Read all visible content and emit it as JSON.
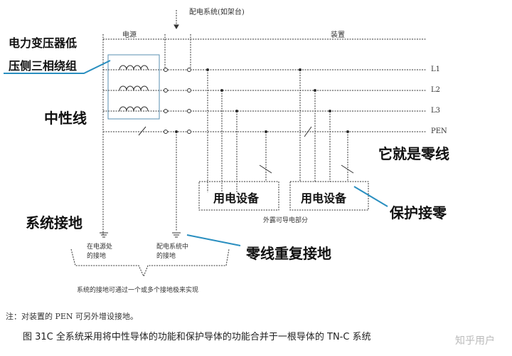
{
  "diagram": {
    "top_labels": {
      "source": "电源",
      "installation": "装置",
      "distribution_system": "配电系统(如架台)"
    },
    "conductors": [
      "L1",
      "L2",
      "L3",
      "PEN"
    ],
    "equipment": [
      {
        "label": "用电设备"
      },
      {
        "label": "用电设备"
      }
    ],
    "exposed_part": "外露可导电部分",
    "earthing_labels": {
      "source_earth": [
        "在电源处",
        "的接地"
      ],
      "distribution_earth": [
        "配电系统中",
        "的接地"
      ]
    },
    "brace_note": "系统的接地可通过一个或多个接地极来实现",
    "annotations": {
      "transformer_winding": [
        "电力变压器低",
        "压侧三相绕组"
      ],
      "neutral_line": "中性线",
      "system_earthing": "系统接地",
      "zero_line": "它就是零线",
      "protective_neutral": "保护接零",
      "repeated_earthing": "零线重复接地"
    },
    "annotation_color": "#2a8fc0",
    "note": "注：对装置的 PEN 可另外增设接地。",
    "caption": "图 31C   全系统采用将中性导体的功能和保护导体的功能合并于一根导体的 TN-C 系统",
    "watermark": "知乎用户"
  }
}
